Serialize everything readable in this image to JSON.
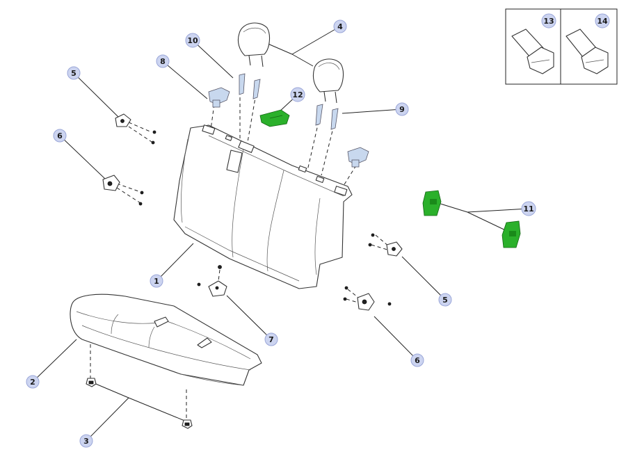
{
  "diagram": {
    "callouts": [
      {
        "id": "callout-1",
        "label": "1"
      },
      {
        "id": "callout-2",
        "label": "2"
      },
      {
        "id": "callout-3",
        "label": "3"
      },
      {
        "id": "callout-4",
        "label": "4"
      },
      {
        "id": "callout-5a",
        "label": "5"
      },
      {
        "id": "callout-5b",
        "label": "5"
      },
      {
        "id": "callout-6a",
        "label": "6"
      },
      {
        "id": "callout-6b",
        "label": "6"
      },
      {
        "id": "callout-7",
        "label": "7"
      },
      {
        "id": "callout-8",
        "label": "8"
      },
      {
        "id": "callout-9",
        "label": "9"
      },
      {
        "id": "callout-10",
        "label": "10"
      },
      {
        "id": "callout-11",
        "label": "11"
      },
      {
        "id": "callout-12",
        "label": "12"
      },
      {
        "id": "callout-13",
        "label": "13"
      },
      {
        "id": "callout-14",
        "label": "14"
      }
    ],
    "colors": {
      "badge_fill": "#ccd4f0",
      "badge_stroke": "#9aa6d8",
      "highlight_green": "#2bb02b",
      "clip_blue": "#c8d8ee",
      "line": "#222222"
    }
  }
}
